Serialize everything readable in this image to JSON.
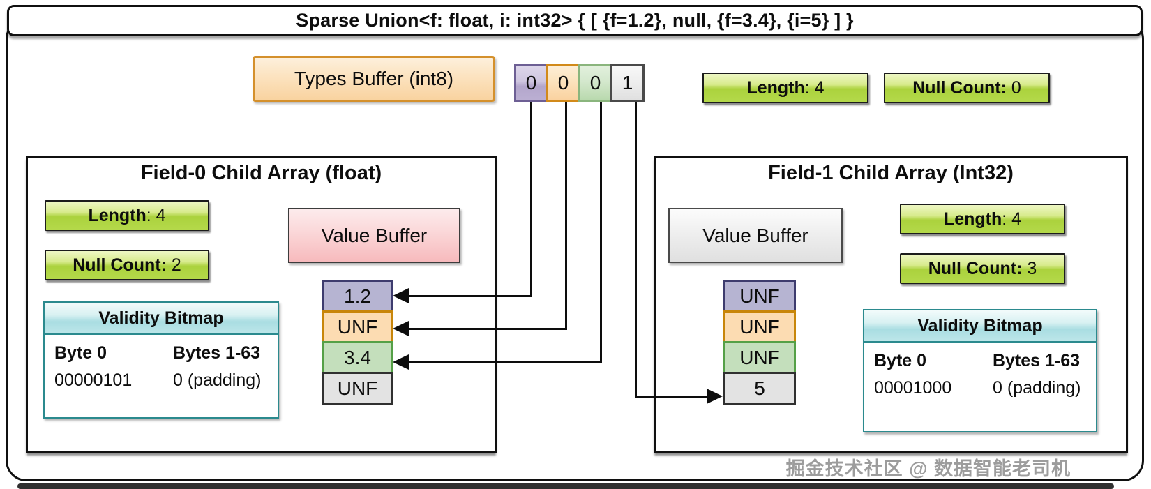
{
  "title": "Sparse Union<f: float, i: int32> { [ {f=1.2}, null, {f=3.4}, {i=5} ] }",
  "types_buffer": {
    "label": "Types Buffer (int8)",
    "cells": [
      "0",
      "0",
      "0",
      "1"
    ]
  },
  "union_stats": {
    "length": {
      "label": "Length",
      "value": ": 4"
    },
    "null_count": {
      "label": "Null Count:",
      "value": " 0"
    }
  },
  "fields": [
    {
      "title": "Field-0 Child Array (float)",
      "length": {
        "label": "Length",
        "value": ": 4"
      },
      "null_count": {
        "label": "Null Count:",
        "value": " 2"
      },
      "value_buffer": "Value Buffer",
      "validity": {
        "title": "Validity Bitmap",
        "columns": [
          "Byte 0",
          "Bytes 1-63"
        ],
        "values": [
          "00000101",
          "0 (padding)"
        ]
      },
      "cells": [
        "1.2",
        "UNF",
        "3.4",
        "UNF"
      ]
    },
    {
      "title": "Field-1 Child Array (Int32)",
      "length": {
        "label": "Length",
        "value": ": 4"
      },
      "null_count": {
        "label": "Null Count:",
        "value": " 3"
      },
      "value_buffer": "Value Buffer",
      "validity": {
        "title": "Validity Bitmap",
        "columns": [
          "Byte 0",
          "Bytes 1-63"
        ],
        "values": [
          "00001000",
          "0 (padding)"
        ]
      },
      "cells": [
        "UNF",
        "UNF",
        "UNF",
        "5"
      ]
    }
  ],
  "watermark": "掘金技术社区 @ 数据智能老司机",
  "colors": {
    "type_purple": "#b6b4d2",
    "type_orange": "#fcdcb2",
    "type_green": "#c4dfbc",
    "type_gray": "#e3e3e3",
    "badge_green": "#abd23d",
    "validity_cyan": "#a9dde2",
    "types_buffer_orange": "#f9d3a0",
    "value_buffer_pink": "#f7babd",
    "line_black": "#0d0d0d"
  }
}
